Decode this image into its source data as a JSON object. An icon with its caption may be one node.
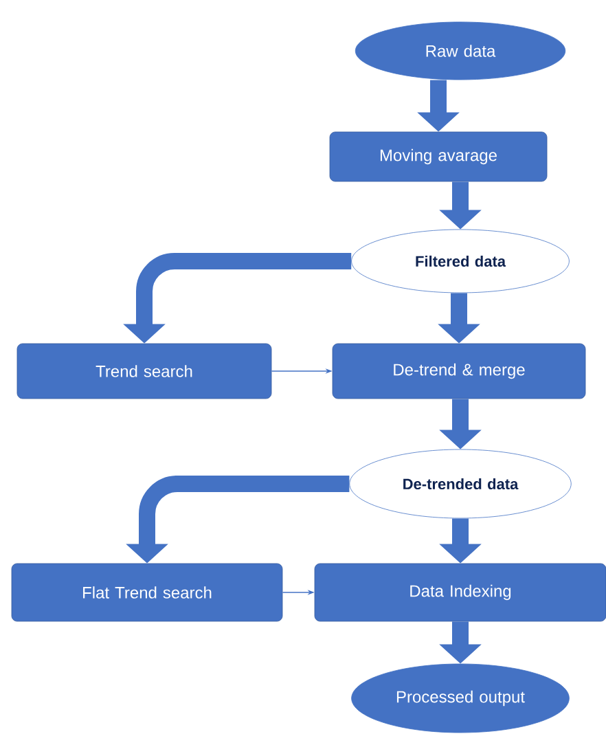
{
  "diagram": {
    "nodes": [
      {
        "text": [
          "Raw data"
        ]
      },
      {
        "text": [
          "Moving avarage"
        ]
      },
      {
        "text": [
          "Filtered data"
        ]
      },
      {
        "text": [
          "Trend search"
        ]
      },
      {
        "text": [
          "De-trend & merge"
        ]
      },
      {
        "text": [
          "De-trended data"
        ]
      },
      {
        "text": [
          "Flat Trend search"
        ]
      },
      {
        "text": [
          "Data Indexing"
        ]
      },
      {
        "text": [
          "Processed output"
        ]
      }
    ],
    "edges": [
      {
        "from": 0,
        "to": 1,
        "arrow": "to"
      },
      {
        "from": 1,
        "to": 2,
        "arrow": "to"
      },
      {
        "from": 2,
        "to": 3,
        "arrow": "to"
      },
      {
        "from": 2,
        "to": 4,
        "arrow": "to"
      },
      {
        "from": 3,
        "to": 4,
        "arrow": "to"
      },
      {
        "from": 4,
        "to": 5,
        "arrow": "to"
      },
      {
        "from": 5,
        "to": 6,
        "arrow": "to"
      },
      {
        "from": 5,
        "to": 7,
        "arrow": "to"
      },
      {
        "from": 6,
        "to": 7,
        "arrow": "to"
      },
      {
        "from": 7,
        "to": 8,
        "arrow": "to"
      }
    ]
  }
}
